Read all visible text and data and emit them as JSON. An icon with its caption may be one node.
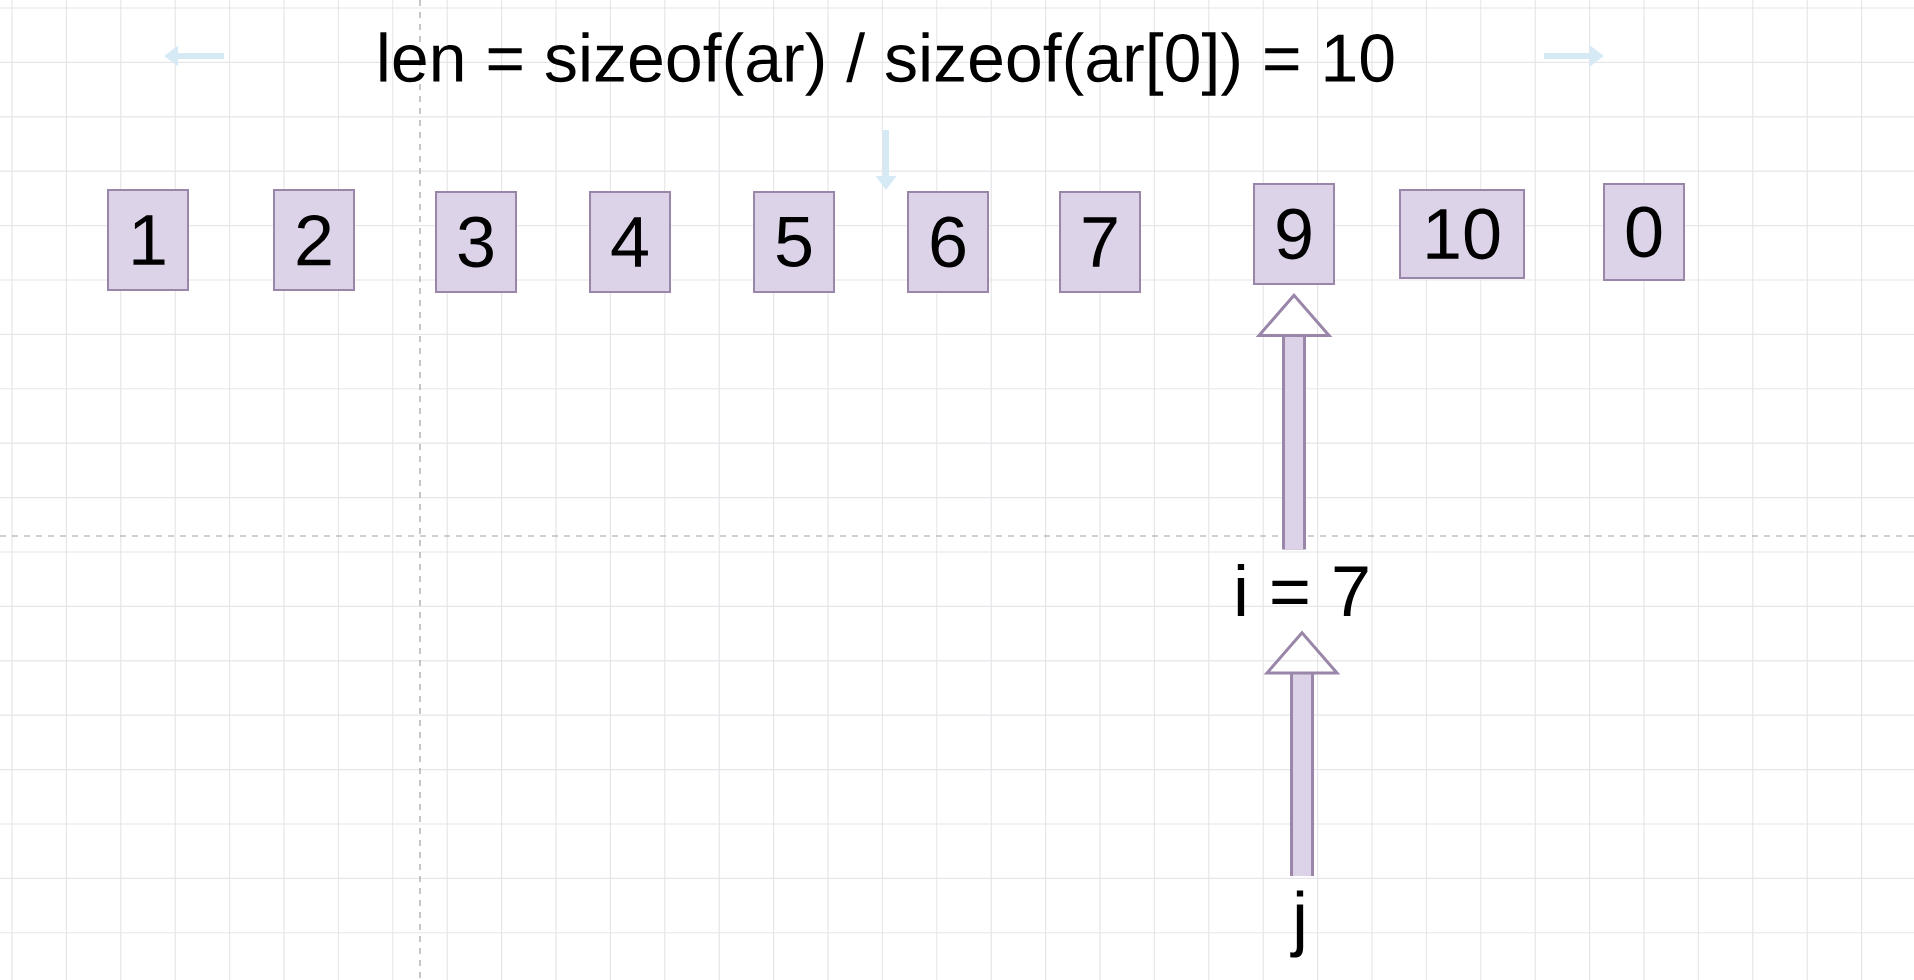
{
  "diagram": {
    "title": "len = sizeof(ar) / sizeof(ar[0]) = 10",
    "nodes": [
      {
        "text": [
          "1"
        ]
      },
      {
        "text": [
          "2"
        ]
      },
      {
        "text": [
          "3"
        ]
      },
      {
        "text": [
          "4"
        ]
      },
      {
        "text": [
          "5"
        ]
      },
      {
        "text": [
          "6"
        ]
      },
      {
        "text": [
          "7"
        ]
      },
      {
        "text": [
          "9"
        ]
      },
      {
        "text": [
          "10"
        ]
      },
      {
        "text": [
          "0"
        ]
      },
      {
        "text": [
          "i = 7"
        ]
      },
      {
        "text": [
          "j"
        ]
      }
    ],
    "edges": [
      {
        "from": 10,
        "to": 7,
        "arrow": "to"
      },
      {
        "from": 11,
        "to": 10,
        "arrow": "to"
      }
    ]
  }
}
